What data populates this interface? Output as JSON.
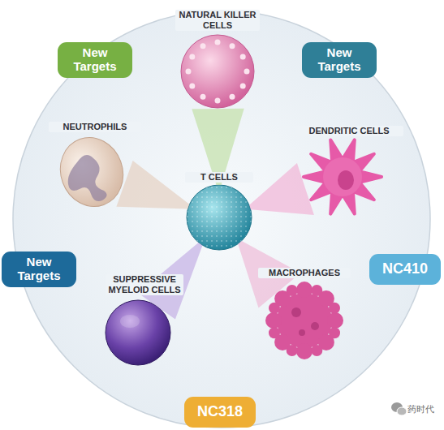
{
  "diagram": {
    "nodes": [
      {
        "text": [
          "New Targets"
        ]
      },
      {
        "text": [
          "NATURAL KILLER CELLS"
        ]
      },
      {
        "text": [
          "New Targets"
        ]
      },
      {
        "text": [
          "NEUTROPHILS"
        ]
      },
      {
        "text": [
          "DENDRITIC CELLS"
        ]
      },
      {
        "text": [
          "T CELLS"
        ]
      },
      {
        "text": [
          "New Targets"
        ]
      },
      {
        "text": [
          "SUPPRESSIVE MYELOID CELLS"
        ]
      },
      {
        "text": [
          "MACROPHAGES"
        ]
      },
      {
        "text": [
          "NC410"
        ]
      },
      {
        "text": [
          "NC318"
        ]
      }
    ],
    "edges": [
      {
        "from": 5,
        "to": 1,
        "arrow": "none"
      },
      {
        "from": 5,
        "to": 3,
        "arrow": "none"
      },
      {
        "from": 5,
        "to": 4,
        "arrow": "none"
      },
      {
        "from": 5,
        "to": 7,
        "arrow": "none"
      },
      {
        "from": 5,
        "to": 8,
        "arrow": "none"
      }
    ],
    "labels": [
      "药时代"
    ]
  }
}
